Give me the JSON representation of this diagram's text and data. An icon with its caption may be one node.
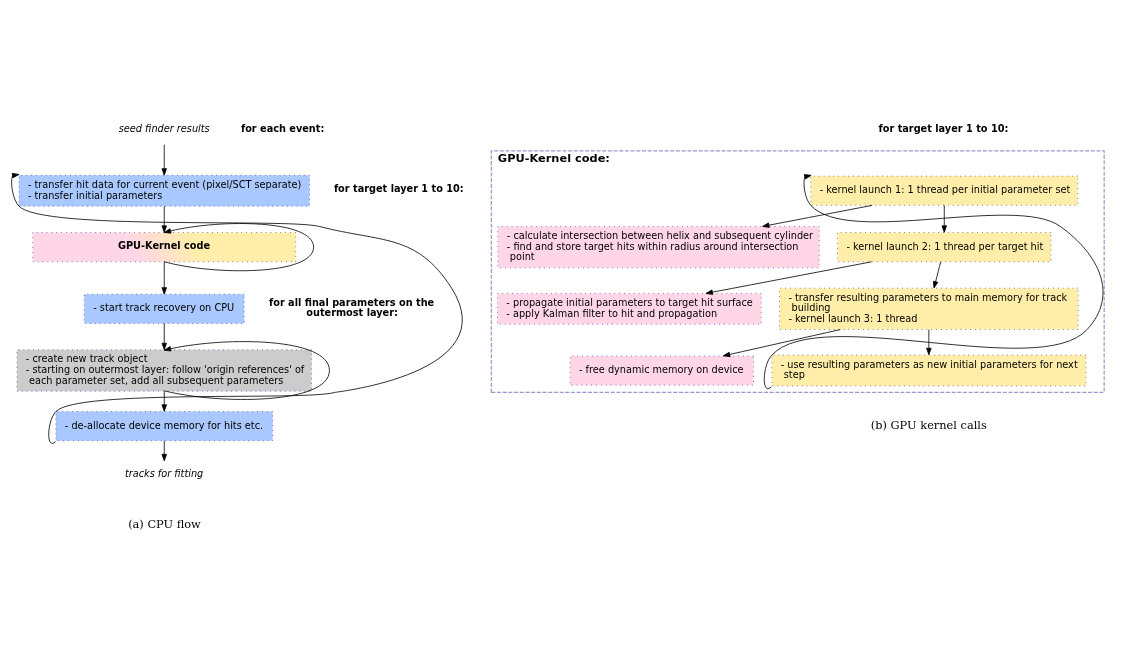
{
  "diagram": {
    "nodes": [
      {
        "text": [
          "seed finder results"
        ]
      },
      {
        "text": [
          "- transfer hit data for current event (pixel/SCT separate)",
          "- transfer initial parameters"
        ]
      },
      {
        "text": [
          "GPU-Kernel code"
        ]
      },
      {
        "text": [
          "- start track recovery on CPU"
        ]
      },
      {
        "text": [
          "- create new track object",
          "- starting on outermost layer: follow 'origin references' of each parameter set, add all subsequent parameters"
        ]
      },
      {
        "text": [
          "- de-allocate device memory for hits etc."
        ]
      },
      {
        "text": [
          "tracks for fitting"
        ]
      },
      {
        "text": [
          "GPU-Kernel code:"
        ]
      },
      {
        "text": [
          "- kernel launch 1: 1 thread per initial parameter set"
        ],
        "in": 7
      },
      {
        "text": [
          "- calculate intersection between helix and subsequent cylinder",
          "- find and store target hits within radius around intersection point"
        ],
        "in": 7
      },
      {
        "text": [
          "- kernel launch 2: 1 thread per target hit"
        ],
        "in": 7
      },
      {
        "text": [
          "- propagate initial parameters to target hit surface",
          "- apply Kalman filter to hit and propagation"
        ],
        "in": 7
      },
      {
        "text": [
          "- transfer resulting parameters to main memory for track building",
          "- kernel launch 3: 1 thread"
        ],
        "in": 7
      },
      {
        "text": [
          "- free dynamic memory on device"
        ],
        "in": 7
      },
      {
        "text": [
          "- use resulting parameters as new initial parameters for next step"
        ],
        "in": 7
      }
    ],
    "edges": [
      {
        "from": 0,
        "to": 1,
        "arrow": "to"
      },
      {
        "from": 5,
        "to": 1,
        "arrow": "to"
      },
      {
        "from": 1,
        "to": 2,
        "arrow": "to"
      },
      {
        "from": 2,
        "to": 2,
        "arrow": "to"
      },
      {
        "from": 2,
        "to": 3,
        "arrow": "to"
      },
      {
        "from": 3,
        "to": 4,
        "arrow": "to"
      },
      {
        "from": 4,
        "to": 4,
        "arrow": "to"
      },
      {
        "from": 4,
        "to": 5,
        "arrow": "to"
      },
      {
        "from": 5,
        "to": 6,
        "arrow": "to"
      },
      {
        "from": 14,
        "to": 8,
        "arrow": "to"
      },
      {
        "from": 8,
        "to": 9,
        "arrow": "to"
      },
      {
        "from": 8,
        "to": 10,
        "arrow": "to"
      },
      {
        "from": 10,
        "to": 11,
        "arrow": "to"
      },
      {
        "from": 10,
        "to": 12,
        "arrow": "to"
      },
      {
        "from": 12,
        "to": 13,
        "arrow": "to"
      },
      {
        "from": 12,
        "to": 14,
        "arrow": "to"
      }
    ],
    "labels": [
      "for each event:",
      "for target layer 1 to 10:",
      "for all final parameters on the outermost layer:",
      "for target layer 1 to 10:",
      "(a) CPU flow",
      "(b) GPU kernel calls"
    ]
  }
}
